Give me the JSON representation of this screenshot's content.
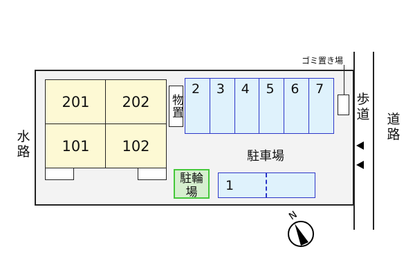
{
  "site": {
    "waterway_label": "水路",
    "sidewalk_label": "歩道",
    "road_label": "道路",
    "parking_label": "駐車場",
    "bicycle_parking_label": "駐輪場",
    "storage_label": "物置",
    "garbage_label": "ゴミ置き場",
    "compass_label": "N"
  },
  "units": [
    {
      "id": "201"
    },
    {
      "id": "202"
    },
    {
      "id": "101"
    },
    {
      "id": "102"
    }
  ],
  "parking_spaces": [
    "2",
    "3",
    "4",
    "5",
    "6",
    "7"
  ],
  "lower_parking_space": "1",
  "colors": {
    "unit_fill": "#fdf9d4",
    "parking_fill": "#dff2fc",
    "parking_border": "#2b35c8",
    "bike_fill": "#d6efcf",
    "bike_border": "#45c83a",
    "lot_fill": "#f3f3f3"
  }
}
